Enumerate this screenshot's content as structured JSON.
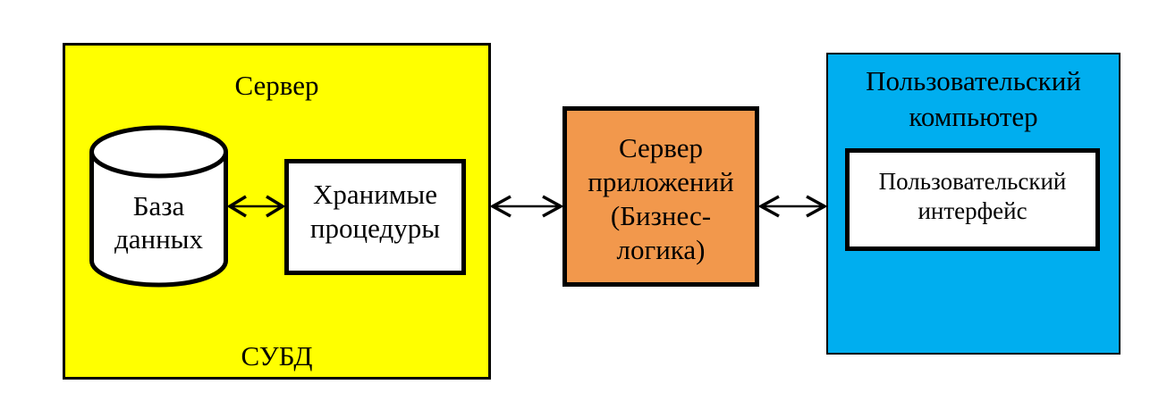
{
  "colors": {
    "server_group_bg": "#FFFF00",
    "app_server_bg": "#F2984C",
    "client_group_bg": "#00AEEF",
    "node_bg": "#FFFFFF",
    "line": "#000000"
  },
  "server_group": {
    "title": "Сервер",
    "footer": "СУБД",
    "database": {
      "label": "База\nданных"
    },
    "stored_procedures": {
      "label": "Хранимые\nпроцедуры"
    }
  },
  "app_server": {
    "label": "Сервер\nприложений\n(Бизнес-\nлогика)"
  },
  "client_group": {
    "title": "Пользовательский\nкомпьютер",
    "ui": {
      "label": "Пользовательский\nинтерфейс"
    }
  }
}
